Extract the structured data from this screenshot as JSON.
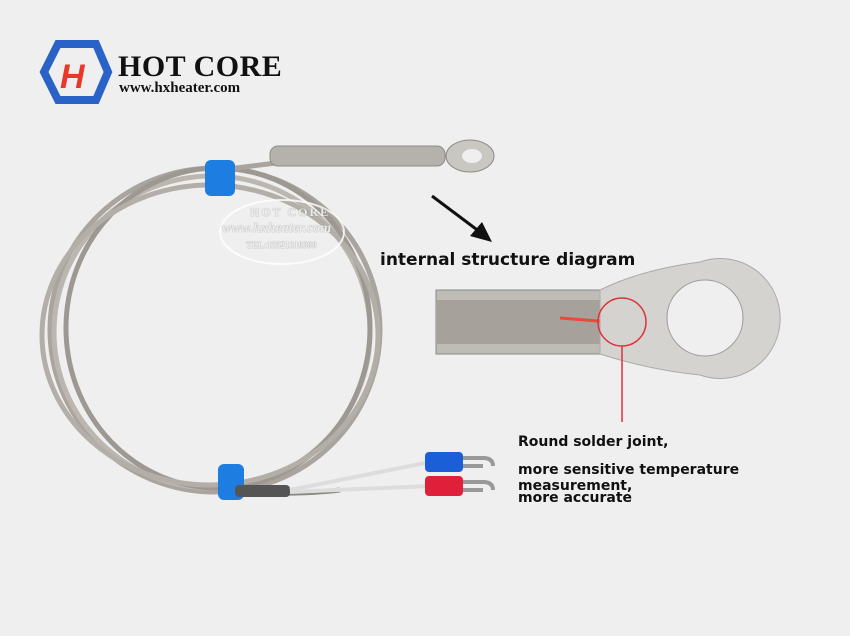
{
  "brand": {
    "name": "HOT CORE",
    "url": "www.hxheater.com",
    "logo_letter": "H"
  },
  "watermark": {
    "name": "HOT CORE",
    "url": "www.hxheater.com",
    "tel": "TEL:15521310300"
  },
  "diagram": {
    "title": "internal structure diagram"
  },
  "notes": [
    "Round solder joint,",
    "more sensitive temperature measurement,",
    "more accurate"
  ],
  "colors": {
    "logo_blue": "#2a62c8",
    "logo_red": "#e8382a",
    "tie_blue": "#1e7de0",
    "callout_red": "#e0303a"
  }
}
